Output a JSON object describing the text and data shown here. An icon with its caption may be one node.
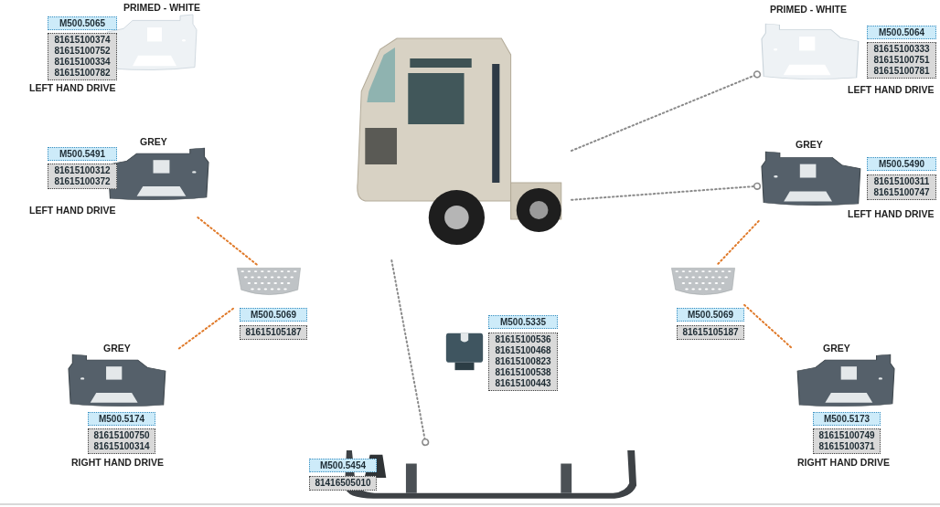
{
  "diagram": {
    "nodes": [
      {
        "text": [
          "PRIMED - WHITE",
          "M500.5065",
          "81615100374 81615100752 81615100334 81615100782",
          "LEFT HAND DRIVE"
        ]
      },
      {
        "text": [],
        "shape": "picture"
      },
      {
        "text": [
          "PRIMED - WHITE",
          "M500.5064",
          "81615100333 81615100751 81615100781",
          "LEFT HAND DRIVE"
        ]
      },
      {
        "text": [
          "GREY",
          "M500.5491",
          "81615100312 81615100372",
          "LEFT HAND DRIVE"
        ]
      },
      {
        "text": [
          "GREY",
          "M500.5490",
          "81615100311 81615100747",
          "LEFT HAND DRIVE"
        ]
      },
      {
        "text": [
          "M500.5069",
          "81615105187"
        ]
      },
      {
        "text": [
          "M500.5069",
          "81615105187"
        ]
      },
      {
        "text": [
          "M500.5335",
          "81615100536 81615100468 81615100823 81615100538 81615100443"
        ]
      },
      {
        "text": [
          "GREY",
          "M500.5174",
          "81615100750 81615100314",
          "RIGHT HAND DRIVE"
        ]
      },
      {
        "text": [
          "GREY",
          "M500.5173",
          "81615100749 81615100371",
          "RIGHT HAND DRIVE"
        ]
      },
      {
        "text": [
          "M500.5454",
          "81416505010"
        ]
      }
    ],
    "edges": [
      {
        "from": 1,
        "to": 2,
        "arrow": "other",
        "style": "dashed",
        "color": "#8a8a8a"
      },
      {
        "from": 1,
        "to": 4,
        "arrow": "other",
        "style": "dashed",
        "color": "#8a8a8a"
      },
      {
        "from": 1,
        "to": 10,
        "arrow": "other",
        "style": "dashed",
        "color": "#8a8a8a"
      },
      {
        "from": 3,
        "to": 5,
        "arrow": "none",
        "style": "dashed",
        "color": "#e07a2a"
      },
      {
        "from": 5,
        "to": 8,
        "arrow": "none",
        "style": "dashed",
        "color": "#e07a2a"
      },
      {
        "from": 4,
        "to": 6,
        "arrow": "none",
        "style": "dashed",
        "color": "#e07a2a"
      },
      {
        "from": 6,
        "to": 9,
        "arrow": "none",
        "style": "dashed",
        "color": "#e07a2a"
      }
    ]
  }
}
